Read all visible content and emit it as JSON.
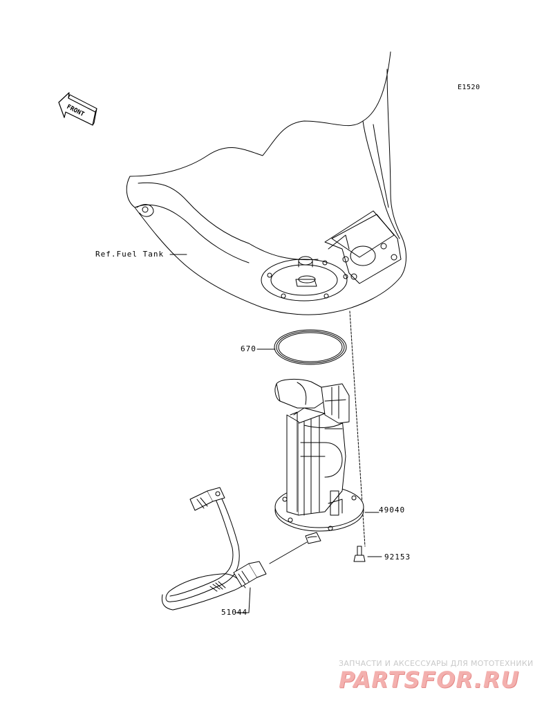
{
  "diagram": {
    "code": "E1520",
    "front_label": "FRONT",
    "labels": {
      "fuel_tank": "Ref.Fuel Tank",
      "gasket": "670",
      "fuel_pump": "49040",
      "bolt": "92153",
      "hose": "51044"
    }
  },
  "watermark": {
    "caption": "ЗАПЧАСТИ И АКСЕССУАРЫ ДЛЯ МОТОТЕХНИКИ",
    "logo": "PARTSFOR.RU"
  }
}
